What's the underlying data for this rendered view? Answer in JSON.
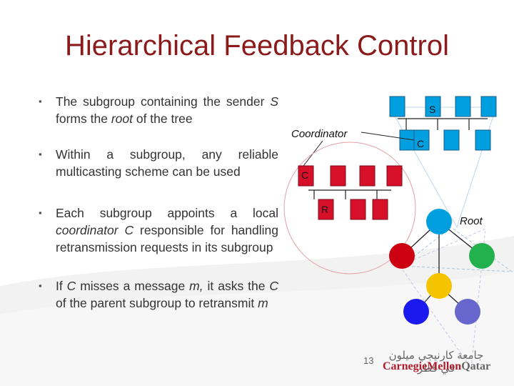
{
  "slide": {
    "title": "Hierarchical Feedback Control",
    "page_number": "13"
  },
  "bullets": [
    {
      "parts": [
        "The subgroup containing the sender ",
        "S",
        " forms the ",
        "root",
        " of the tree"
      ]
    },
    {
      "parts": [
        "Within a subgroup, any reliable multicasting scheme can be used"
      ]
    },
    {
      "parts": [
        "Each subgroup appoints a local ",
        "coordinator C",
        " responsible for handling retransmission requests in its subgroup"
      ]
    },
    {
      "parts": [
        "If ",
        "C",
        " misses a message ",
        "m,",
        " it asks the ",
        "C",
        " of the parent subgroup to retransmit ",
        "m"
      ]
    }
  ],
  "diagram": {
    "coordinator_label": "Coordinator",
    "root_label": "Root",
    "labels": {
      "sender": "S",
      "coord_top": "C",
      "coord_mid": "C",
      "receiver": "R"
    },
    "colors": {
      "host_blue": "#00a0e0",
      "host_red": "#d7102a",
      "node_red": "#cc0011",
      "node_green": "#22b14c",
      "node_yellow": "#f5c400",
      "node_blue": "#1a1aee",
      "node_purple": "#6666cc"
    }
  },
  "logo": {
    "arabic": "جامعة كارنيجي ميلون في قطر",
    "name_main": "CarnegieMellon",
    "name_suffix": "Qatar"
  }
}
